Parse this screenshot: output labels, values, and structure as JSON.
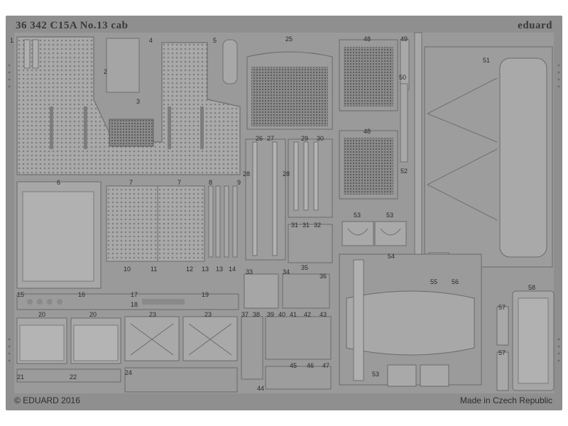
{
  "header": {
    "set_title": "36 342  C15A No.13 cab",
    "brand": "eduard"
  },
  "footer": {
    "copyright": "© EDUARD 2016",
    "origin": "Made in Czech Republic"
  },
  "colors": {
    "background": "#ffffff",
    "sheet": "#8f8f8f",
    "frame": "#9b9b9b",
    "panel": "#a6a6a6",
    "text": "#2b2b2b"
  },
  "part_numbers": [
    "1",
    "2",
    "3",
    "4",
    "5",
    "6",
    "7",
    "7",
    "8",
    "9",
    "10",
    "11",
    "12",
    "13",
    "13",
    "14",
    "15",
    "16",
    "17",
    "18",
    "19",
    "20",
    "20",
    "21",
    "22",
    "23",
    "23",
    "24",
    "25",
    "26",
    "27",
    "28",
    "28",
    "29",
    "30",
    "31",
    "31",
    "32",
    "33",
    "34",
    "35",
    "36",
    "37",
    "38",
    "39",
    "40",
    "41",
    "42",
    "43",
    "44",
    "45",
    "46",
    "47",
    "48",
    "48",
    "49",
    "50",
    "51",
    "52",
    "53",
    "53",
    "53",
    "54",
    "55",
    "56",
    "57",
    "57",
    "58"
  ]
}
